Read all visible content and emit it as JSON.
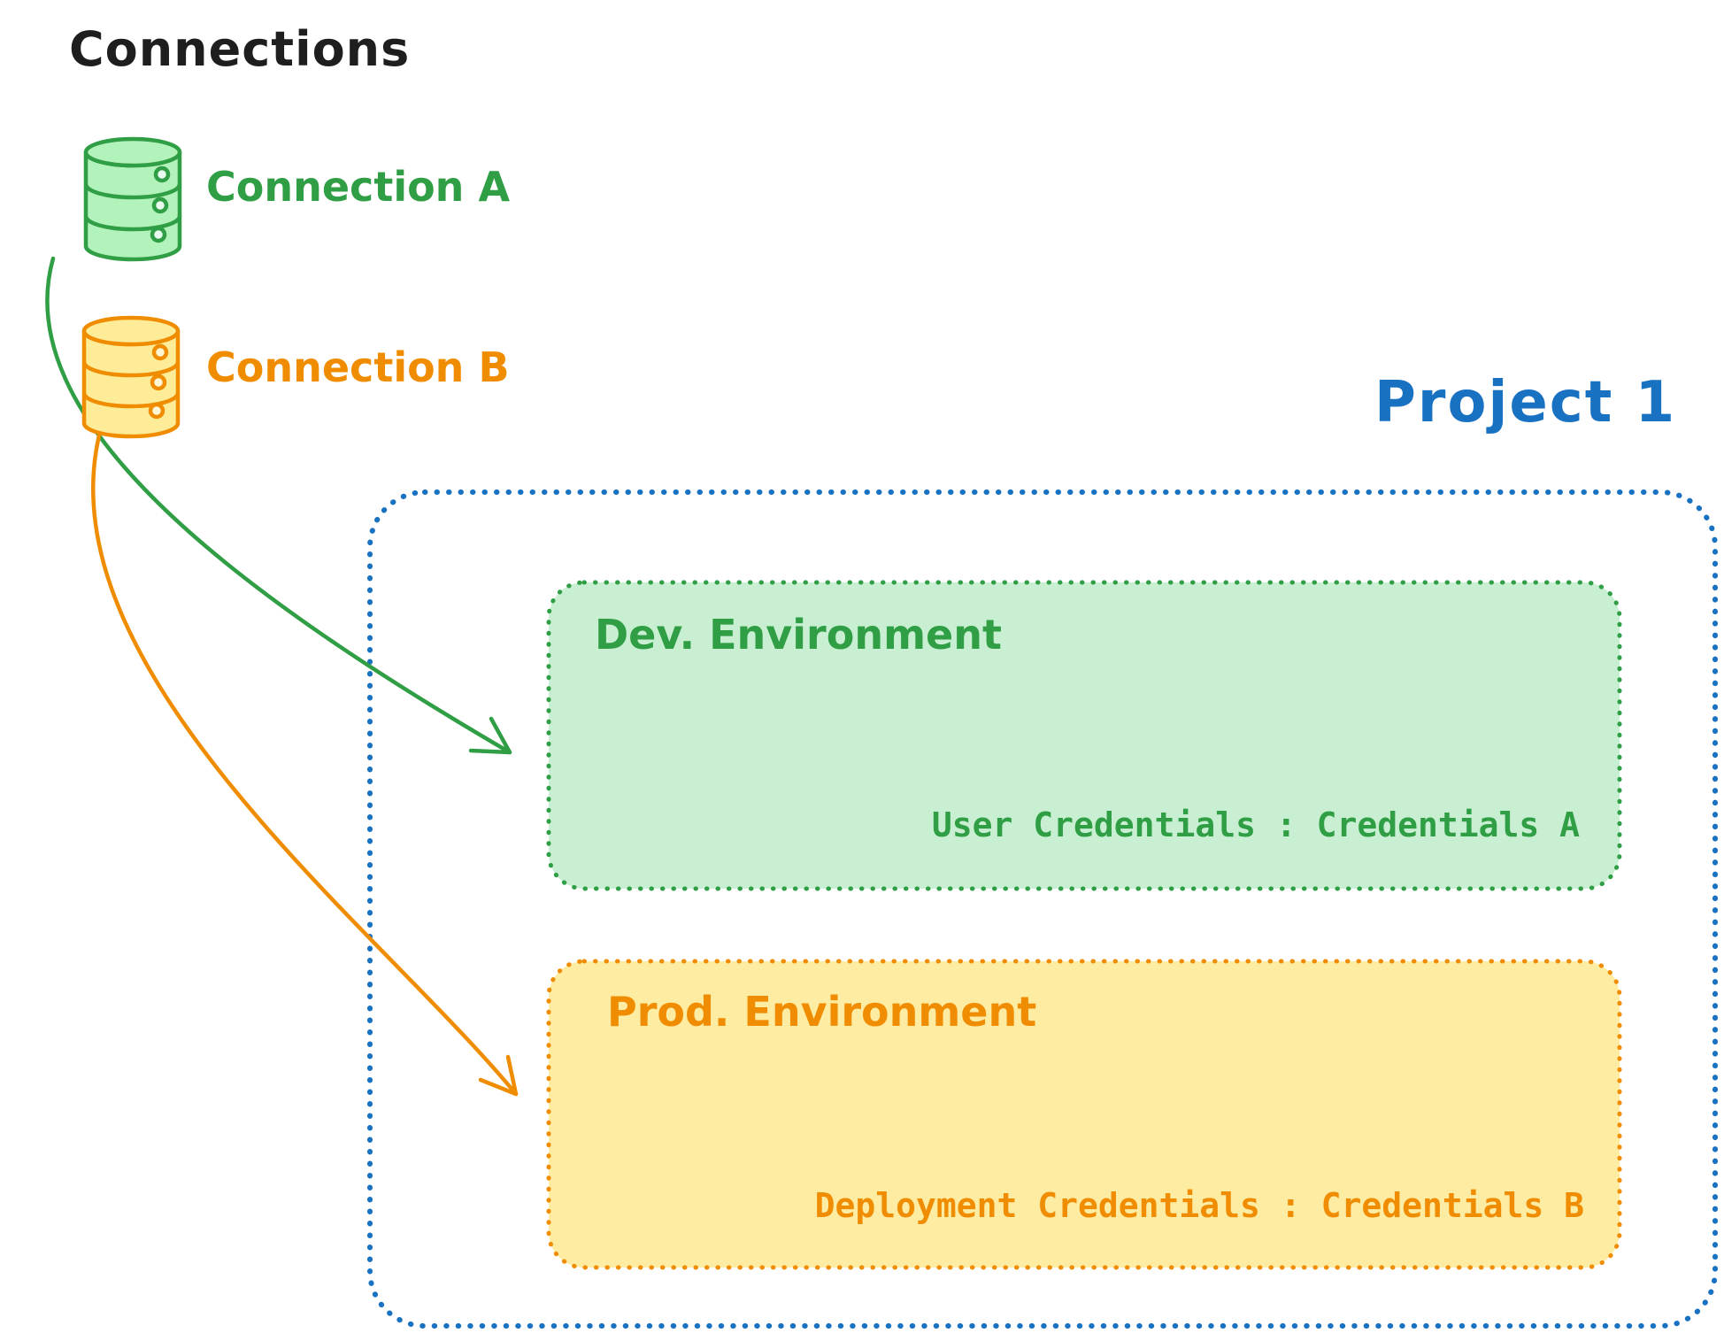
{
  "title": "Connections",
  "colors": {
    "green_stroke": "#2f9e44",
    "green_fill": "#b2f2bb",
    "green_box_fill": "#c9efd2",
    "orange_stroke": "#f08c00",
    "orange_fill": "#ffec99",
    "orange_box_fill": "#ffeca3",
    "blue": "#1971c2",
    "text_black": "#1e1e1e"
  },
  "connections": [
    {
      "label": "Connection A",
      "icon": "database-icon",
      "color": "#2f9e44"
    },
    {
      "label": "Connection B",
      "icon": "database-icon",
      "color": "#f08c00"
    }
  ],
  "project": {
    "title": "Project 1",
    "environments": [
      {
        "name": "Dev. Environment",
        "credentials": "User Credentials : Credentials A",
        "source_connection": "Connection A"
      },
      {
        "name": "Prod. Environment",
        "credentials": "Deployment Credentials : Credentials B",
        "source_connection": "Connection B"
      }
    ]
  }
}
